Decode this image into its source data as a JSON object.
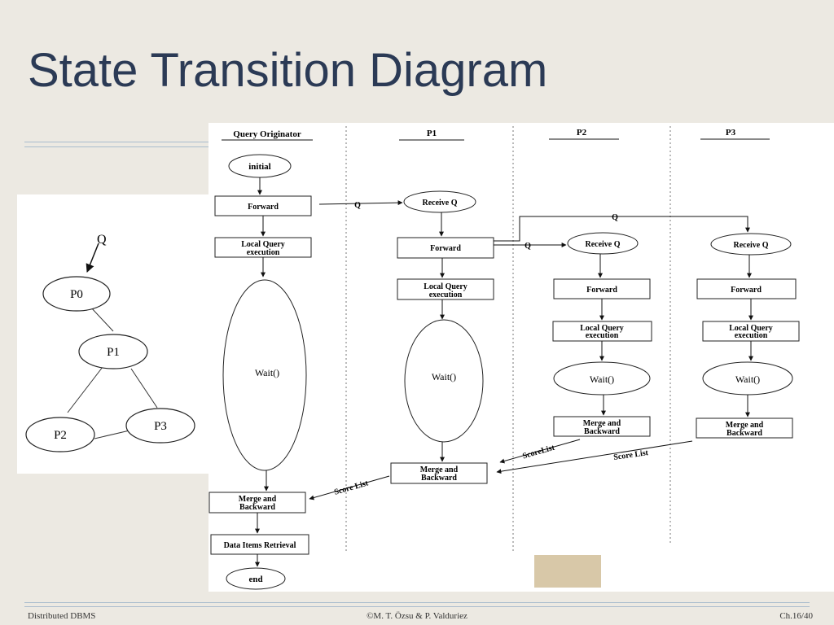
{
  "slide": {
    "title": "State Transition Diagram",
    "footer_left": "Distributed DBMS",
    "footer_center": "©M. T. Özsu & P. Valduriez",
    "footer_right": "Ch.16/40"
  },
  "graph": {
    "query_label": "Q",
    "nodes": [
      "P0",
      "P1",
      "P2",
      "P3"
    ]
  },
  "flow": {
    "lanes": [
      "Query Originator",
      "P1",
      "P2",
      "P3"
    ],
    "originator": {
      "initial": "initial",
      "forward": "Forward",
      "local_query": [
        "Local Query",
        "execution"
      ],
      "wait": "Wait()",
      "merge": [
        "Merge and",
        "Backward"
      ],
      "retrieval": "Data Items Retrieval",
      "end": "end"
    },
    "p1": {
      "receive": "Receive Q",
      "forward": "Forward",
      "local_query": [
        "Local Query",
        "execution"
      ],
      "wait": "Wait()",
      "merge": [
        "Merge and",
        "Backward"
      ]
    },
    "p2": {
      "receive": "Receive Q",
      "forward": "Forward",
      "local_query": [
        "Local Query",
        "execution"
      ],
      "wait": "Wait()",
      "merge": [
        "Merge and",
        "Backward"
      ]
    },
    "p3": {
      "receive": "Receive Q",
      "forward": "Forward",
      "local_query": [
        "Local Query",
        "execution"
      ],
      "wait": "Wait()",
      "merge": [
        "Merge and",
        "Backward"
      ]
    },
    "edge_q": "Q",
    "score_list": "Score List",
    "score_list_p2": "ScoreList"
  }
}
